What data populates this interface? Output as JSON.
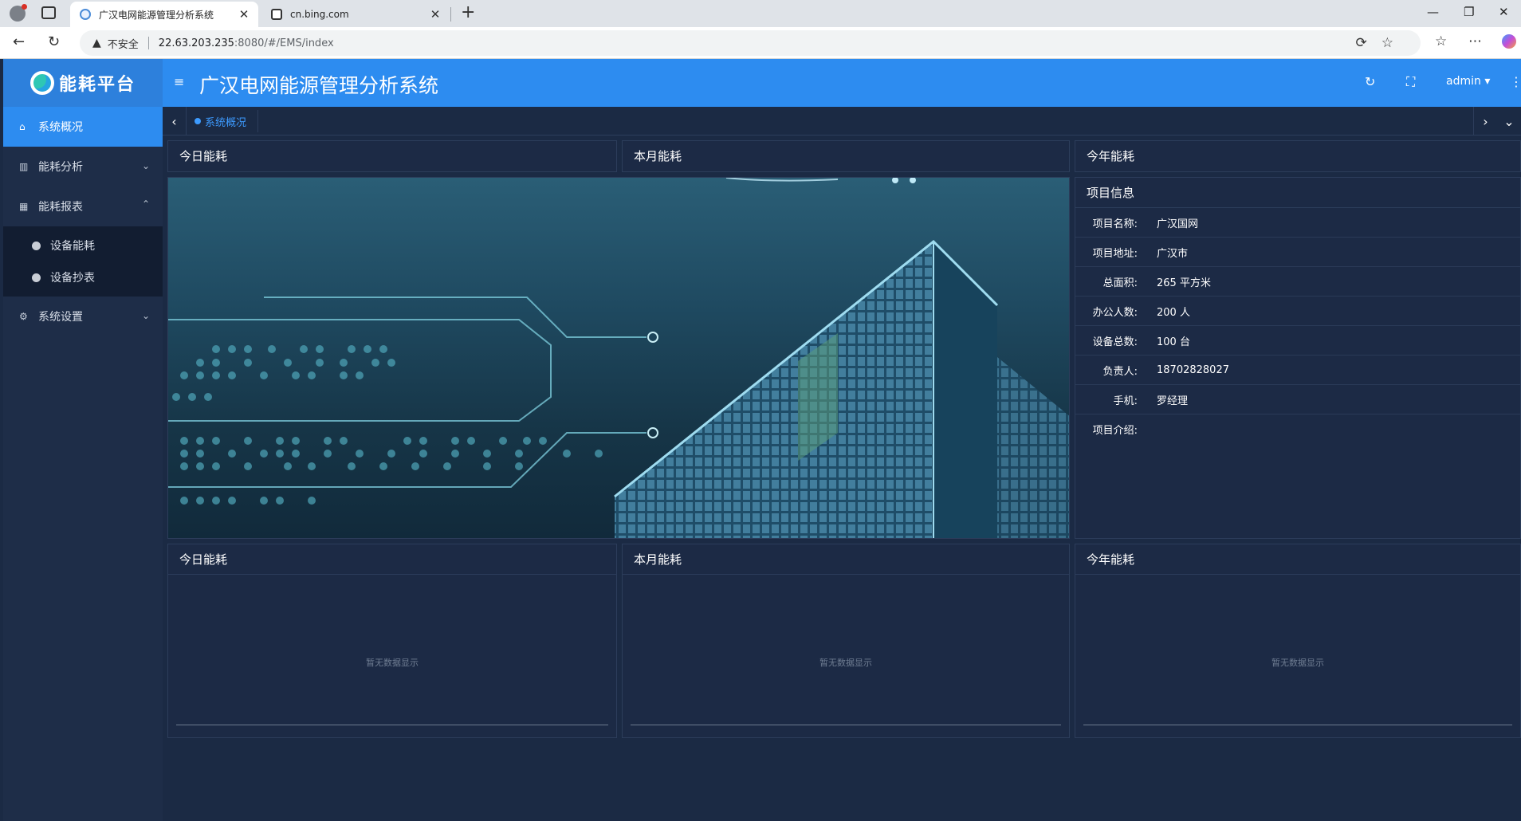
{
  "browser": {
    "tabs": [
      {
        "title": "广汉电网能源管理分析系统",
        "active": true
      },
      {
        "title": "cn.bing.com",
        "active": false
      }
    ],
    "address": {
      "security_label": "不安全",
      "host": "22.63.203.235",
      "path": ":8080/#/EMS/index"
    }
  },
  "app": {
    "logo_text": "能耗平台",
    "system_title": "广汉电网能源管理分析系统",
    "user": "admin"
  },
  "sidebar": {
    "items": [
      {
        "label": "系统概况",
        "icon": "home-icon",
        "active": true
      },
      {
        "label": "能耗分析",
        "icon": "bar-chart-icon",
        "expanded": false
      },
      {
        "label": "能耗报表",
        "icon": "table-icon",
        "expanded": true
      },
      {
        "label": "系统设置",
        "icon": "gear-icon",
        "expanded": false
      }
    ],
    "report_sub": [
      {
        "label": "设备能耗"
      },
      {
        "label": "设备抄表"
      }
    ]
  },
  "tags": {
    "current": "系统概况"
  },
  "top_panels": {
    "today": "今日能耗",
    "month": "本月能耗",
    "year": "今年能耗"
  },
  "project": {
    "title": "项目信息",
    "rows": [
      {
        "k": "项目名称:",
        "v": "广汉国网"
      },
      {
        "k": "项目地址:",
        "v": "广汉市"
      },
      {
        "k": "总面积:",
        "v": "265 平方米"
      },
      {
        "k": "办公人数:",
        "v": "200 人"
      },
      {
        "k": "设备总数:",
        "v": "100 台"
      },
      {
        "k": "负责人:",
        "v": "18702828027"
      },
      {
        "k": "手机:",
        "v": "罗经理"
      },
      {
        "k": "项目介绍:",
        "v": ""
      }
    ]
  },
  "charts": [
    {
      "title": "今日能耗",
      "empty_text": "暂无数据显示"
    },
    {
      "title": "本月能耗",
      "empty_text": "暂无数据显示"
    },
    {
      "title": "今年能耗",
      "empty_text": "暂无数据显示"
    }
  ]
}
